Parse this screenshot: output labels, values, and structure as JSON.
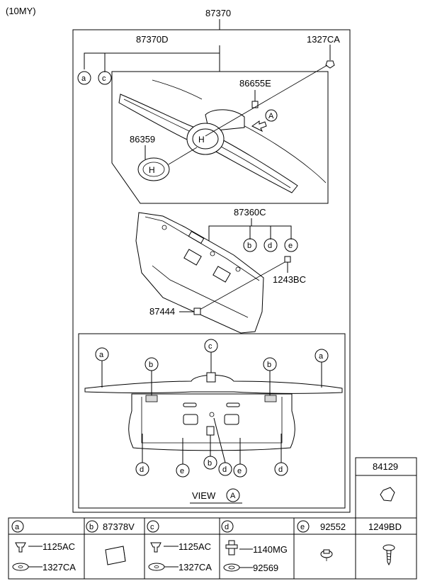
{
  "model_year": "(10MY)",
  "assembly": {
    "main_part": "87370",
    "garnish_part": "87370D",
    "clip_part": "1327CA",
    "emblem_part": "86655E",
    "badge_part": "86359",
    "view_ref": "A",
    "panel_part": "87360C",
    "screw_part": "1243BC",
    "nut_part": "87444"
  },
  "view": {
    "title": "VIEW",
    "ref": "A"
  },
  "markers": {
    "a": "a",
    "b": "b",
    "c": "c",
    "d": "d",
    "e": "e"
  },
  "side_box": {
    "part": "84129"
  },
  "legend": {
    "a": {
      "key": "a",
      "items": [
        "1125AC",
        "1327CA"
      ]
    },
    "b": {
      "key": "b",
      "part": "87378V"
    },
    "c": {
      "key": "c",
      "items": [
        "1125AC",
        "1327CA"
      ]
    },
    "d": {
      "key": "d",
      "items": [
        "1140MG",
        "92569"
      ]
    },
    "e": {
      "key": "e",
      "part": "92552"
    },
    "f": {
      "part": "1249BD"
    }
  }
}
